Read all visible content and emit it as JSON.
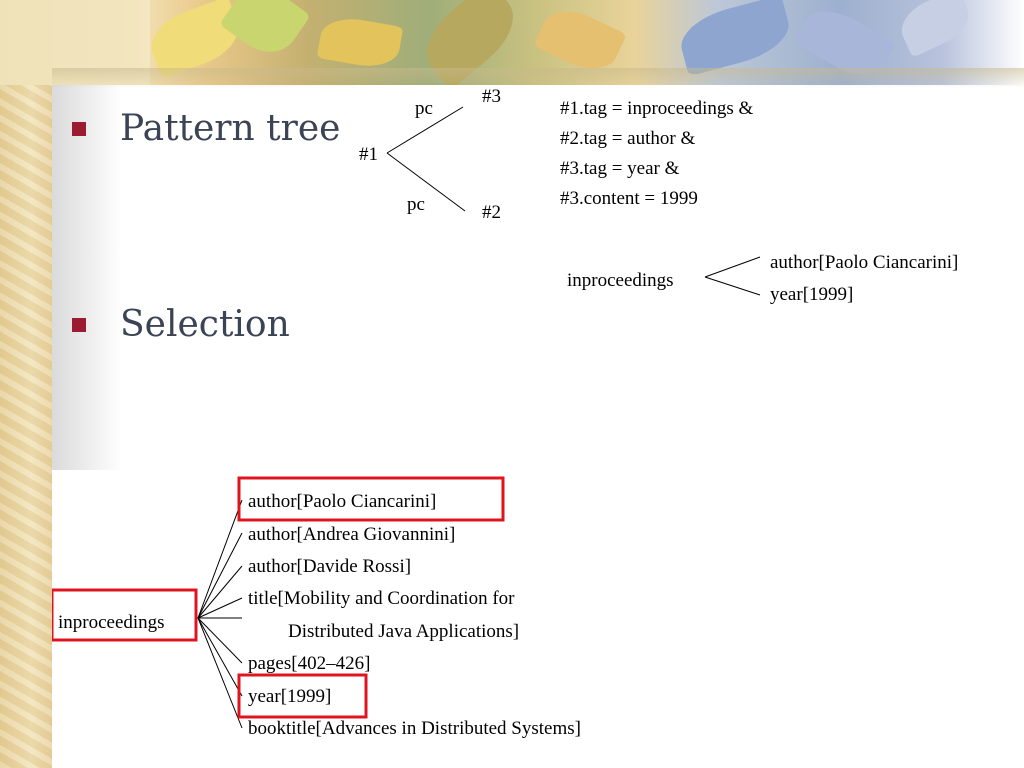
{
  "bullets": [
    {
      "text": "Pattern tree"
    },
    {
      "text": "Selection"
    }
  ],
  "pattern_tree": {
    "root": "#1",
    "edge_top": "pc",
    "edge_bottom": "pc",
    "node_top": "#3",
    "node_bottom": "#2",
    "conditions": [
      "#1.tag = inproceedings &",
      "#2.tag = author &",
      "#3.tag = year &",
      "#3.content = 1999"
    ]
  },
  "selection_result": {
    "root": "inproceedings",
    "children": [
      "author[Paolo Ciancarini]",
      "year[1999]"
    ]
  },
  "full_tree": {
    "root": "inproceedings",
    "children": [
      "author[Paolo Ciancarini]",
      "author[Andrea Giovannini]",
      "author[Davide Rossi]",
      "title[Mobility and Coordination for",
      "Distributed Java Applications]",
      "pages[402–426]",
      "year[1999]",
      "booktitle[Advances in Distributed Systems]"
    ],
    "highlight_color": "#e0141e"
  },
  "colors": {
    "bullet": "#9b1b30",
    "bullet_text": "#3b4454"
  }
}
